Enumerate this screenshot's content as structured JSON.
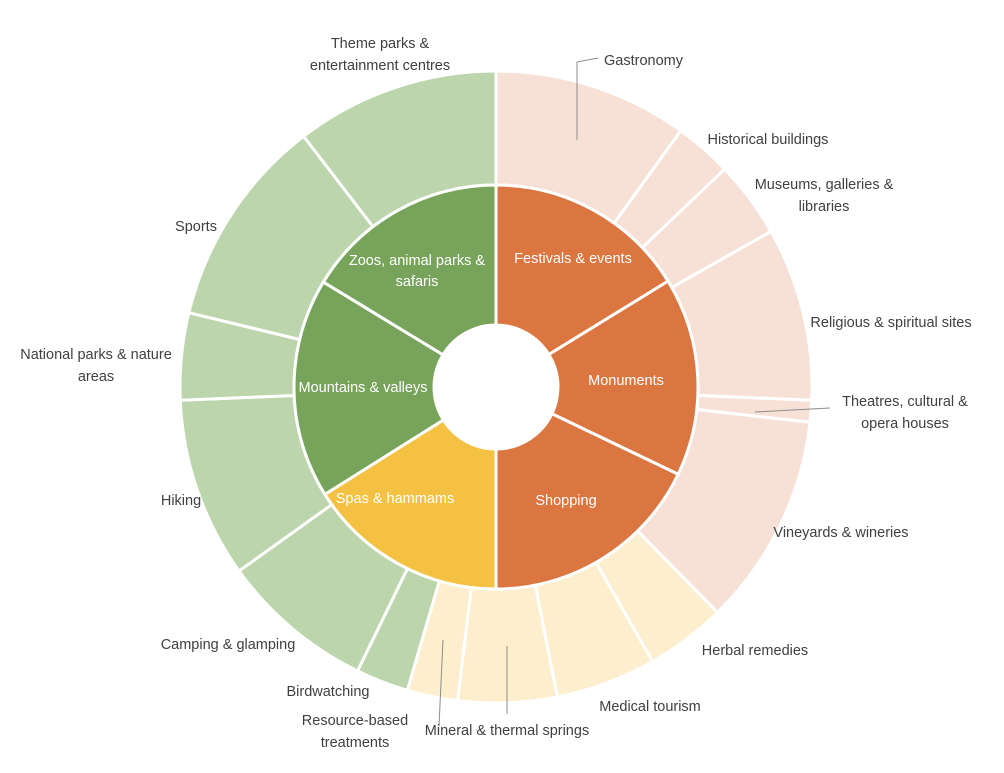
{
  "chart_data": {
    "type": "sunburst",
    "title": "",
    "unit_note": "",
    "inner": [
      {
        "label": [
          "Festivals & events"
        ],
        "value": 58.4,
        "color": "#DC7641"
      },
      {
        "label": [
          "Monuments"
        ],
        "value": 57.2,
        "color": "#DC7641"
      },
      {
        "label": [
          "Shopping"
        ],
        "value": 64.4,
        "color": "#DC7641"
      },
      {
        "label": [
          "Spas & hammams"
        ],
        "value": 57.9,
        "color": "#F5C142"
      },
      {
        "label": [
          "Mountains & valleys"
        ],
        "value": 63.4,
        "color": "#77A45A"
      },
      {
        "label": [
          "Zoos, animal parks &",
          "safaris"
        ],
        "value": 58.7,
        "color": "#77A45A"
      }
    ],
    "outer": [
      {
        "label": [
          "Gastronomy"
        ],
        "value": 35.8,
        "color": "#F7E1D7"
      },
      {
        "label": [
          "Historical buildings"
        ],
        "value": 10.6,
        "color": "#F7E1D7"
      },
      {
        "label": [
          "Museums, galleries &",
          "libraries"
        ],
        "value": 14.1,
        "color": "#F7E1D7"
      },
      {
        "label": [
          "Religious & spiritual sites"
        ],
        "value": 31.9,
        "color": "#F7E1D7"
      },
      {
        "label": [
          "Theatres, cultural &",
          "opera houses"
        ],
        "value": 4.0,
        "color": "#F7E1D7"
      },
      {
        "label": [
          "Vineyards & wineries"
        ],
        "value": 39.1,
        "color": "#F7E1D7"
      },
      {
        "label": [
          "Herbal remedies"
        ],
        "value": 14.8,
        "color": "#FDEFCD"
      },
      {
        "label": [
          "Medical tourism"
        ],
        "value": 18.5,
        "color": "#FDEFCD"
      },
      {
        "label": [
          "Mineral & thermal springs"
        ],
        "value": 18.2,
        "color": "#FDEFCD"
      },
      {
        "label": [
          "Resource-based",
          "treatments"
        ],
        "value": 9.3,
        "color": "#FDEFCD"
      },
      {
        "label": [
          "Birdwatching"
        ],
        "value": 9.7,
        "color": "#BCD5AD"
      },
      {
        "label": [
          "Camping & glamping"
        ],
        "value": 28.4,
        "color": "#BCD5AD"
      },
      {
        "label": [
          "Hiking"
        ],
        "value": 33.2,
        "color": "#BCD5AD"
      },
      {
        "label": [
          "National parks & nature",
          "areas"
        ],
        "value": 16.0,
        "color": "#BCD5AD"
      },
      {
        "label": [
          "Sports"
        ],
        "value": 38.9,
        "color": "#BCD5AD"
      },
      {
        "label": [
          "Theme parks &",
          "entertainment centres"
        ],
        "value": 37.5,
        "color": "#BCD5AD"
      }
    ]
  }
}
